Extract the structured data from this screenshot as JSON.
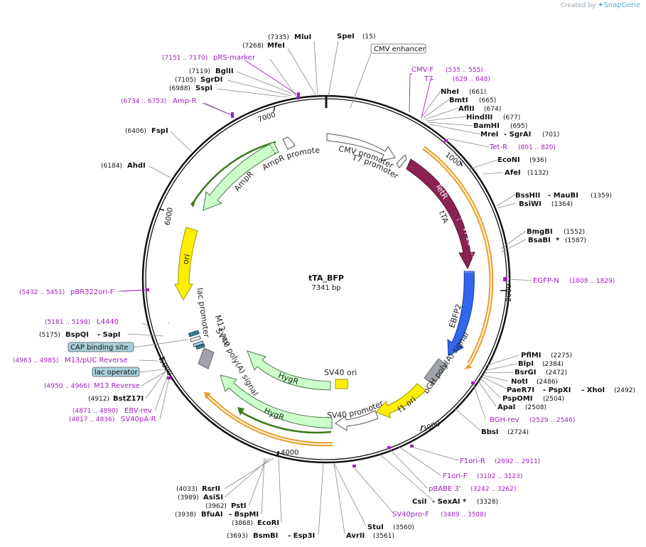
{
  "credit": {
    "prefix": "Created by",
    "brand": "SnapGene"
  },
  "plasmid": {
    "name": "tTA_BFP",
    "length": "7341 bp"
  },
  "ticks": [
    "1000",
    "2000",
    "3000",
    "4000",
    "5000",
    "6000",
    "7000"
  ],
  "colors": {
    "primer": "#a020c0",
    "tetr": "#8b2252",
    "ebfp": "#3366ee",
    "yellow": "#ffee00",
    "green": "#ccffcc",
    "orange": "#e8a030",
    "gray": "#a0a4aa"
  },
  "features": {
    "cmv_promoter": "CMV promoter",
    "t7_promoter": "T7 promoter",
    "tetr": "TetR",
    "vp16": "VP16 a...",
    "tta": "tTA",
    "ebfp2": "EBFP2",
    "bgh": "bGH poly(A) signal",
    "f1ori": "f1 ori",
    "sv40_promoter": "SV40 promoter",
    "hygr_inner": "HygR",
    "sv40ori": "SV40 ori",
    "hygr_outer": "HygR",
    "sv40polya": "SV40 poly(A) signal",
    "m13rev": "M13 rev",
    "lac_promoter": "lac promoter",
    "ori": "ori",
    "ampr": "AmpR",
    "ampr_promoter": "AmpR promoter"
  },
  "boxes": {
    "cmv_enhancer": "CMV enhancer",
    "cap_site": "CAP binding site",
    "lac_operator": "lac operator"
  },
  "sites": {
    "mlui": "MluI",
    "mlui_pos": "(7335)",
    "spei": "SpeI",
    "spei_pos": "(15)",
    "mfei": "MfeI",
    "mfei_pos": "(7268)",
    "prs_range": "(7151 .. 7170)",
    "prs": "pRS-marker",
    "bglii_pos": "(7119)",
    "bglii": "BglII",
    "sgrdi_pos": "(7105)",
    "sgrdi": "SgrDI",
    "sspi_pos": "(6988)",
    "sspi": "SspI",
    "ampr_range": "(6734 .. 6753)",
    "ampr_primer": "Amp-R",
    "fspi_pos": "(6406)",
    "fspi": "FspI",
    "ahdi_pos": "(6184)",
    "ahdi": "AhdI",
    "pbr_range": "(5432 .. 5451)",
    "pbr": "pBR322ori-F",
    "l4440_range": "(5181 .. 5198)",
    "l4440": "L4440",
    "bspqi_pos": "(5175)",
    "bspqi": "BspQI",
    "sapi": "- SapI",
    "m13puc_range": "(4963 .. 4985)",
    "m13puc": "M13/pUC Reverse",
    "m13r_range": "(4950 .. 4966)",
    "m13r": "M13 Reverse",
    "bstz_pos": "(4912)",
    "bstz": "BstZ17I",
    "ebvrev_range": "(4871 .. 4890)",
    "ebvrev": "EBV-rev",
    "sv40par_range": "(4817 .. 4836)",
    "sv40par": "SV40pA-R",
    "rsrii_pos": "(4033)",
    "rsrii": "RsrII",
    "asisi_pos": "(3989)",
    "asisi": "AsiSI",
    "psti_pos": "(3962)",
    "psti": "PstI",
    "bfuai_pos": "(3938)",
    "bfuai": "BfuAI",
    "bspmi": "- BspMI",
    "ecori_pos": "(3868)",
    "ecori": "EcoRI",
    "bsmbi_pos": "(3693)",
    "bsmbi": "BsmBI",
    "esp3i": "- Esp3I",
    "avrii": "AvrII",
    "avrii_pos": "(3561)",
    "stui": "StuI",
    "stui_pos": "(3560)",
    "sv40prof": "SV40pro-F",
    "sv40prof_range": "(3489 .. 3508)",
    "csii": "CsiI",
    "sexai": "- SexAI *",
    "csii_pos": "(3328)",
    "pbabe": "pBABE 3'",
    "pbabe_range": "(3242 .. 3262)",
    "f1orif": "F1ori-F",
    "f1orif_range": "(3102 .. 3123)",
    "f1orir": "F1ori-R",
    "f1orir_range": "(2892 .. 2911)",
    "bbsi": "BbsI",
    "bbsi_pos": "(2724)",
    "bghrev": "BGH-rev",
    "bghrev_range": "(2529 .. 2546)",
    "apai": "ApaI",
    "apai_pos": "(2508)",
    "pspomi": "PspOMI",
    "pspomi_pos": "(2504)",
    "paer7i": "PaeR7I",
    "pspxi": "- PspXI",
    "xhoi": "- XhoI",
    "paer7i_pos": "(2492)",
    "noti": "NotI",
    "noti_pos": "(2486)",
    "bsrgi": "BsrGI",
    "bsrgi_pos": "(2472)",
    "blpi": "BlpI",
    "blpi_pos": "(2384)",
    "pflmi": "PflMI",
    "pflmi_pos": "(2275)",
    "egfpn": "EGFP-N",
    "egfpn_range": "(1808 .. 1829)",
    "bsabi": "BsaBI",
    "bsabi_star": "*",
    "bsabi_pos": "(1587)",
    "bmgbi": "BmgBI",
    "bmgbi_pos": "(1552)",
    "bsiwi": "BsiWI",
    "bsiwi_pos": "(1364)",
    "bsshii": "BssHII",
    "maubi": "- MauBI",
    "bsshii_pos": "(1359)",
    "afei": "AfeI",
    "afei_pos": "(1132)",
    "econi": "EcoNI",
    "econi_pos": "(936)",
    "tetr_primer": "Tet-R",
    "tetr_range": "(801 .. 820)",
    "msei": "MreI",
    "sgrai": "- SgrAI",
    "msei_pos": "(701)",
    "bamhi": "BamHI",
    "bamhi_pos": "(695)",
    "hindiii": "HindIII",
    "hindiii_pos": "(677)",
    "aflii": "AflII",
    "aflii_pos": "(674)",
    "bmti": "BmtI",
    "bmti_pos": "(665)",
    "nhei": "NheI",
    "nhei_pos": "(661)",
    "t7": "T7",
    "t7_range": "(629 .. 648)",
    "cmvf": "CMV-F",
    "cmvf_range": "(535 .. 555)"
  }
}
